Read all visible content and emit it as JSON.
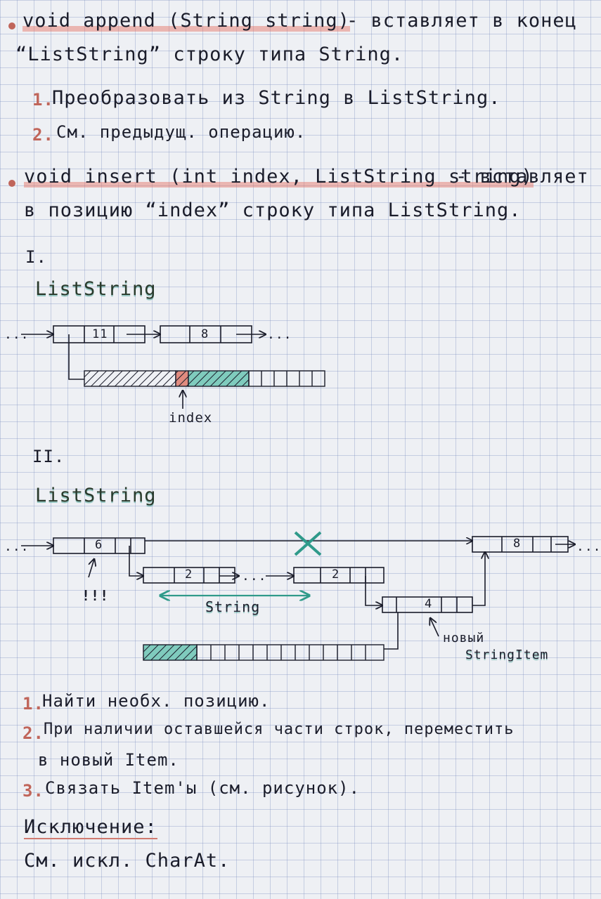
{
  "append": {
    "signature": "void append (String string)",
    "desc_1": "- вставляет в конец",
    "desc_2": "“ListString” строку типа String.",
    "step1_num": "1.",
    "step1": "Преобразовать из String в ListString.",
    "step2_num": "2.",
    "step2": "См. предыдущ. операцию."
  },
  "insert": {
    "signature": "void insert (int index, ListString string)",
    "desc_1": "- вставляет",
    "desc_2": "в позицию “index” строку типа ListString."
  },
  "diagram1": {
    "roman": "I.",
    "title": "ListString",
    "node1_value": "11",
    "node2_value": "8",
    "index_label": "index",
    "dots_left": "...",
    "dots_right": "..."
  },
  "diagram2": {
    "roman": "II.",
    "title": "ListString",
    "node_a_value": "6",
    "node_b_value": "2",
    "node_c_value": "2",
    "node_d_value": "4",
    "node_e_value": "8",
    "exclaim": "!!!",
    "string_label": "String",
    "new_item_label_1": "новый",
    "new_item_label_2": "StringItem",
    "dots_left": "...",
    "dots_mid": "...",
    "dots_right": "..."
  },
  "algorithm": {
    "step1_num": "1.",
    "step1": "Найти необх. позицию.",
    "step2_num": "2.",
    "step2_a": "При наличии оставшейся части строк, переместить",
    "step2_b": "в новый Item.",
    "step3_num": "3.",
    "step3": "Связать Item'ы (см. рисунок)."
  },
  "exception": {
    "title": "Исключение:",
    "text": "См. искл. CharAt."
  },
  "colors": {
    "ink": "#1a1c2a",
    "highlight_red": "#e66e5f",
    "teal": "#2f9a8a"
  }
}
